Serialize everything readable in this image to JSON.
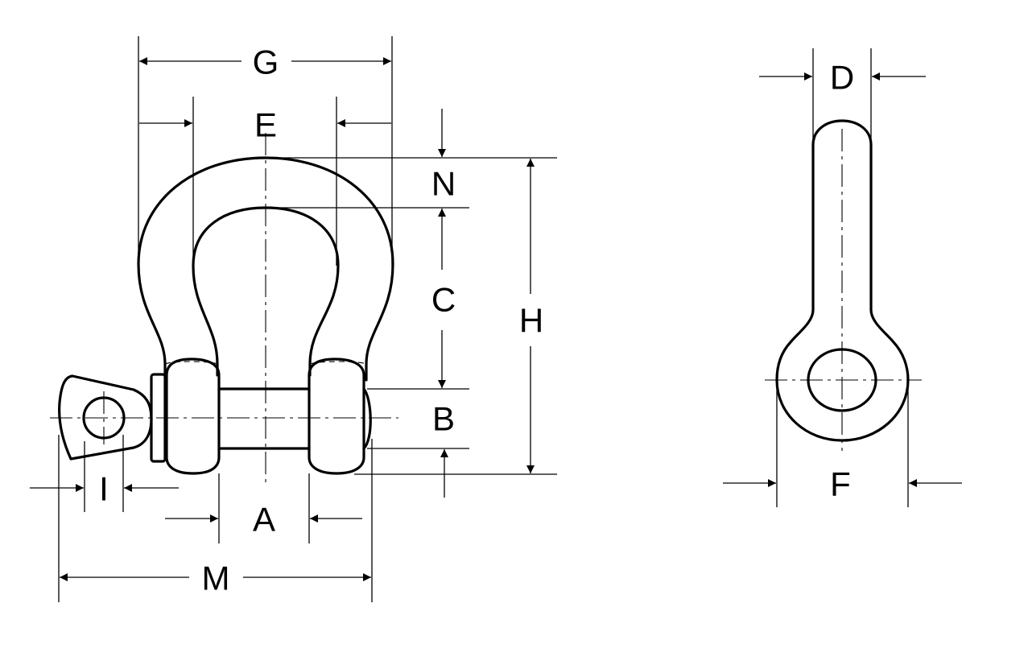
{
  "labels": {
    "G": "G",
    "E": "E",
    "N": "N",
    "C": "C",
    "H": "H",
    "B": "B",
    "A": "A",
    "I": "I",
    "M": "M",
    "D": "D",
    "F": "F"
  }
}
